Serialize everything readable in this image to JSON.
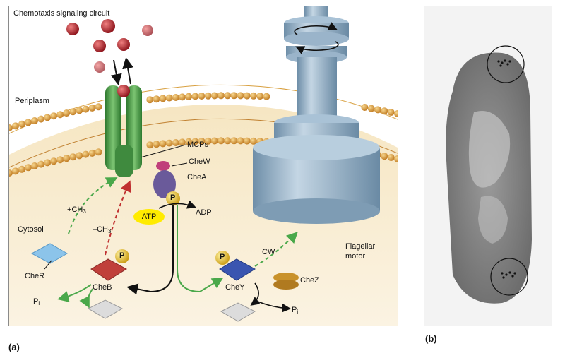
{
  "panel_a": {
    "letter": "(a)",
    "title": "Chemotaxis signaling circuit",
    "regions": {
      "periplasm": "Periplasm",
      "cytosol": "Cytosol"
    },
    "proteins": {
      "mcps": "MCPs",
      "chew": "CheW",
      "chea": "CheA",
      "cher": "CheR",
      "cheb": "CheB",
      "chey": "CheY",
      "chez": "CheZ"
    },
    "molecules": {
      "atp": "ATP",
      "adp": "ADP",
      "methyl_add": "+CH",
      "methyl_remove": "–CH",
      "methyl_sub": "3",
      "phosphate": "P",
      "pi": "P",
      "pi_sub": "i"
    },
    "signals": {
      "cw": "CW"
    },
    "motor": {
      "line1": "Flagellar",
      "line2": "motor"
    },
    "colors": {
      "membrane_lipid": "#e0a23a",
      "receptor": "#4f9a4a",
      "chea": "#6a5a9a",
      "cher": "#8cc4ea",
      "cheb": "#c0403a",
      "chey": "#3a55b0",
      "chez": "#c9922a",
      "phosphate": "#e6c21e",
      "atp": "#ffeb00",
      "motor": "#8fb0c8",
      "attractant": "#b0202a",
      "green_arrow": "#4aa84a",
      "red_arrow": "#c03030"
    }
  },
  "panel_b": {
    "letter": "(b)"
  }
}
